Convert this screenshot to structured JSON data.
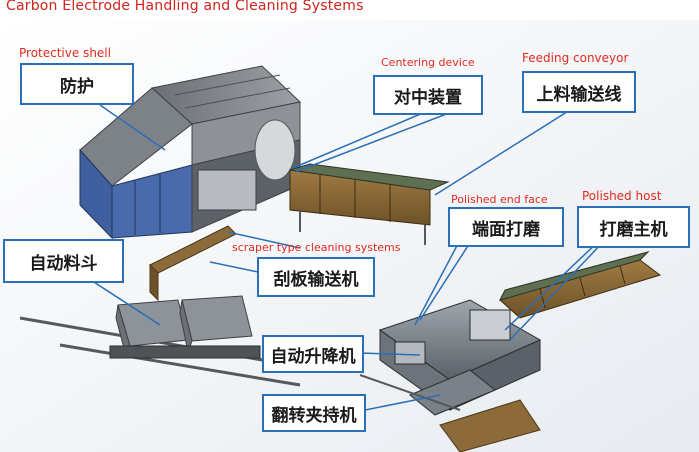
{
  "title": "Carbon Electrode Handling and Cleaning Systems",
  "labels": {
    "protective_shell_en": "Protective shell",
    "protective_shell_cn": "防护",
    "centering_device_en": "Centering device",
    "centering_device_cn": "对中装置",
    "feeding_conveyor_en": "Feeding conveyor",
    "feeding_conveyor_cn": "上料输送线",
    "polished_end_face_en": "Polished end face",
    "polished_end_face_cn": "端面打磨",
    "polished_host_en": "Polished host",
    "polished_host_cn": "打磨主机",
    "auto_hopper_cn": "自动料斗",
    "scraper_cleaning_en": "scraper type cleaning systems",
    "scraper_conveyor_cn": "刮板输送机",
    "auto_lift_cn": "自动升降机",
    "flip_clamp_cn": "翻转夹持机"
  },
  "colors": {
    "label_text": "#e02b20",
    "box_border": "#2a6fb7",
    "leader_line": "#2a6fb7",
    "shell_blue": "#3f5f9e",
    "shell_gray": "#7b7f86",
    "conveyor_brown": "#8c6a3a",
    "frame_green": "#5e6f52"
  }
}
